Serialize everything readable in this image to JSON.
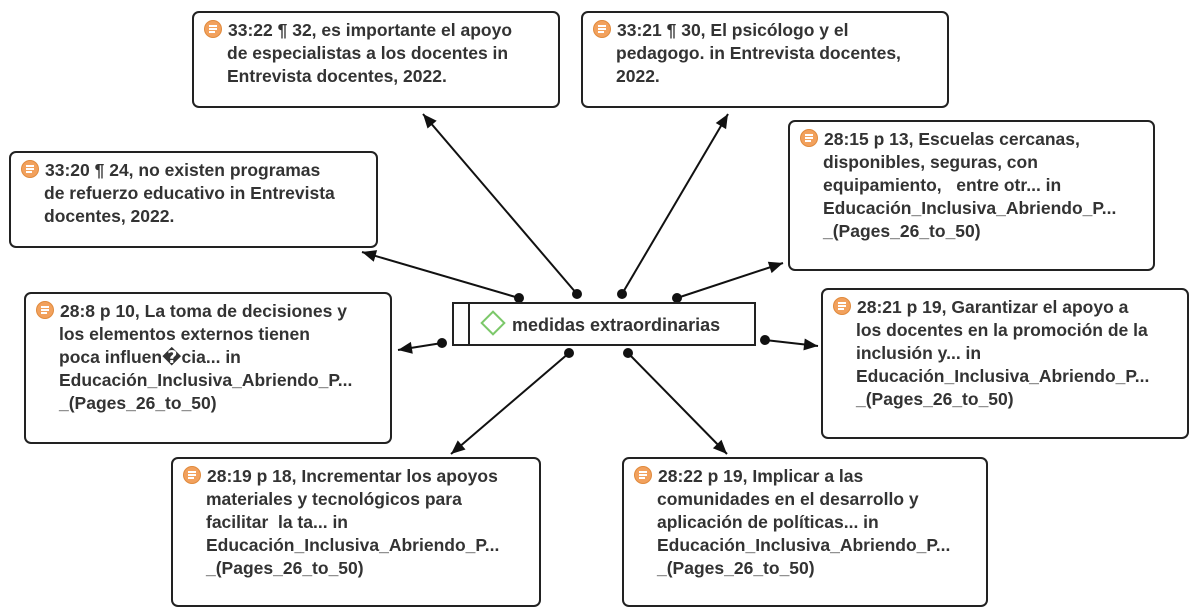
{
  "code": {
    "label": "medidas extraordinarias",
    "icon": "code-diamond-icon"
  },
  "quotations": [
    {
      "id": "q1",
      "icon": "document-quote-icon",
      "lines": [
        "33:22 ¶ 32, es importante el apoyo",
        "de especialistas a los docentes in",
        "Entrevista docentes, 2022."
      ]
    },
    {
      "id": "q2",
      "icon": "document-quote-icon",
      "lines": [
        "33:21 ¶ 30, El psicólogo y el",
        "pedagogo. in Entrevista docentes,",
        "2022."
      ]
    },
    {
      "id": "q3",
      "icon": "document-quote-icon",
      "lines": [
        "33:20 ¶ 24, no existen programas",
        "de refuerzo educativo in Entrevista",
        "docentes, 2022."
      ]
    },
    {
      "id": "q4",
      "icon": "document-quote-icon",
      "lines": [
        "28:15 p 13, Escuelas cercanas,",
        "disponibles, seguras, con",
        "equipamiento,   entre otr... in",
        "Educación_Inclusiva_Abriendo_P...",
        "_(Pages_26_to_50)"
      ]
    },
    {
      "id": "q5",
      "icon": "document-quote-icon",
      "lines": [
        "28:8 p 10, La toma de decisiones y",
        "los elementos externos tienen",
        "poca influen�cia... in",
        "Educación_Inclusiva_Abriendo_P...",
        "_(Pages_26_to_50)"
      ]
    },
    {
      "id": "q6",
      "icon": "document-quote-icon",
      "lines": [
        "28:21 p 19, Garantizar el apoyo a",
        "los docentes en la promoción de la",
        "inclusión y... in",
        "Educación_Inclusiva_Abriendo_P...",
        "_(Pages_26_to_50)"
      ]
    },
    {
      "id": "q7",
      "icon": "document-quote-icon",
      "lines": [
        "28:19 p 18, Incrementar los apoyos",
        "materiales y tecnológicos para",
        "facilitar  la ta... in",
        "Educación_Inclusiva_Abriendo_P...",
        "_(Pages_26_to_50)"
      ]
    },
    {
      "id": "q8",
      "icon": "document-quote-icon",
      "lines": [
        "28:22 p 19, Implicar a las",
        "comunidades en el desarrollo y",
        "aplicación de políticas... in",
        "Educación_Inclusiva_Abriendo_P...",
        "_(Pages_26_to_50)"
      ]
    }
  ]
}
